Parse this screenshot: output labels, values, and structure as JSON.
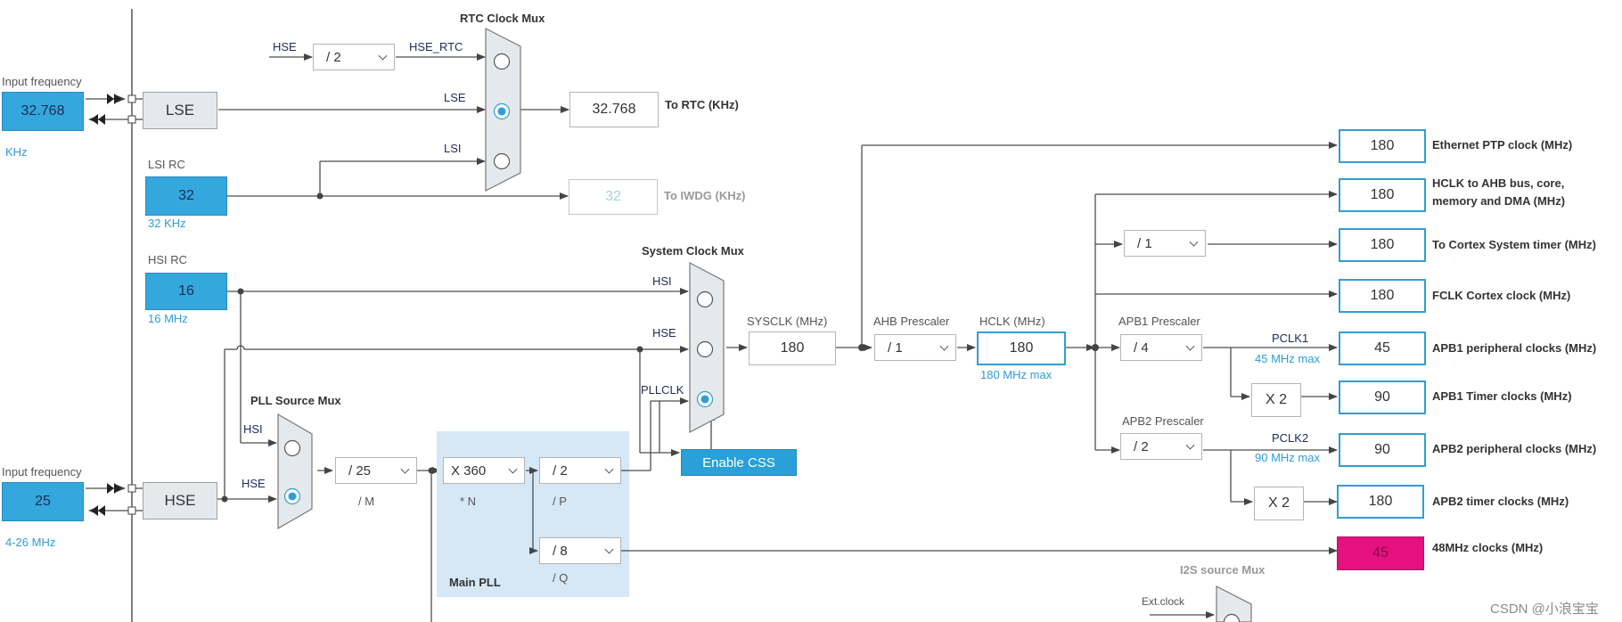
{
  "left_panel": {
    "lse_input": {
      "label": "Input frequency",
      "value": "32.768",
      "unit": "KHz"
    },
    "hse_input": {
      "label": "Input frequency",
      "value": "25",
      "range": "4-26 MHz"
    },
    "lse_box": "LSE",
    "hse_box": "HSE",
    "lsi_rc": {
      "label": "LSI RC",
      "value": "32",
      "unit": "32 KHz"
    },
    "hsi_rc": {
      "label": "HSI RC",
      "value": "16",
      "unit": "16 MHz"
    }
  },
  "rtc": {
    "title": "RTC Clock Mux",
    "hse_label": "HSE",
    "hse_div": "/ 2",
    "hse_rtc_label": "HSE_RTC",
    "lse_label": "LSE",
    "lsi_label": "LSI",
    "rtc_out": {
      "value": "32.768",
      "label": "To RTC (KHz)"
    },
    "iwdg_out": {
      "value": "32",
      "label": "To IWDG (KHz)"
    }
  },
  "pll": {
    "source_mux_title": "PLL Source Mux",
    "hsi_label": "HSI",
    "hse_label": "HSE",
    "m_div": "/ 25",
    "m_label": "/ M",
    "n_mul": "X 360",
    "n_label": "* N",
    "p_div": "/ 2",
    "p_label": "/ P",
    "q_div": "/ 8",
    "q_label": "/ Q",
    "main_pll_label": "Main PLL"
  },
  "sysclk": {
    "mux_title": "System Clock Mux",
    "hsi_label": "HSI",
    "hse_label": "HSE",
    "pllclk_label": "PLLCLK",
    "enable_css": "Enable CSS",
    "sysclk_label": "SYSCLK (MHz)",
    "sysclk_value": "180",
    "ahb_label": "AHB Prescaler",
    "ahb_value": "/ 1",
    "hclk_label": "HCLK (MHz)",
    "hclk_value": "180",
    "hclk_max": "180 MHz max"
  },
  "right": {
    "cortex_div": "/ 1",
    "apb1_label": "APB1 Prescaler",
    "apb1_value": "/ 4",
    "pclk1_label": "PCLK1",
    "pclk1_max": "45 MHz max",
    "apb1_x2": "X 2",
    "apb2_label": "APB2 Prescaler",
    "apb2_value": "/ 2",
    "pclk2_label": "PCLK2",
    "pclk2_max": "90 MHz max",
    "apb2_x2": "X 2",
    "outputs": [
      {
        "value": "180",
        "label": "Ethernet PTP clock (MHz)"
      },
      {
        "value": "180",
        "label": "HCLK to AHB bus, core,",
        "label2": "memory and DMA (MHz)"
      },
      {
        "value": "180",
        "label": "To Cortex System timer (MHz)"
      },
      {
        "value": "180",
        "label": "FCLK Cortex clock (MHz)"
      },
      {
        "value": "45",
        "label": "APB1 peripheral clocks (MHz)"
      },
      {
        "value": "90",
        "label": "APB1 Timer clocks (MHz)"
      },
      {
        "value": "90",
        "label": "APB2 peripheral clocks (MHz)"
      },
      {
        "value": "180",
        "label": "APB2 timer clocks (MHz)"
      },
      {
        "value": "45",
        "label": "48MHz clocks (MHz)"
      }
    ]
  },
  "i2s": {
    "title": "I2S source Mux",
    "ext_clock": "Ext.clock"
  },
  "watermark": "CSDN @小浪宝宝"
}
